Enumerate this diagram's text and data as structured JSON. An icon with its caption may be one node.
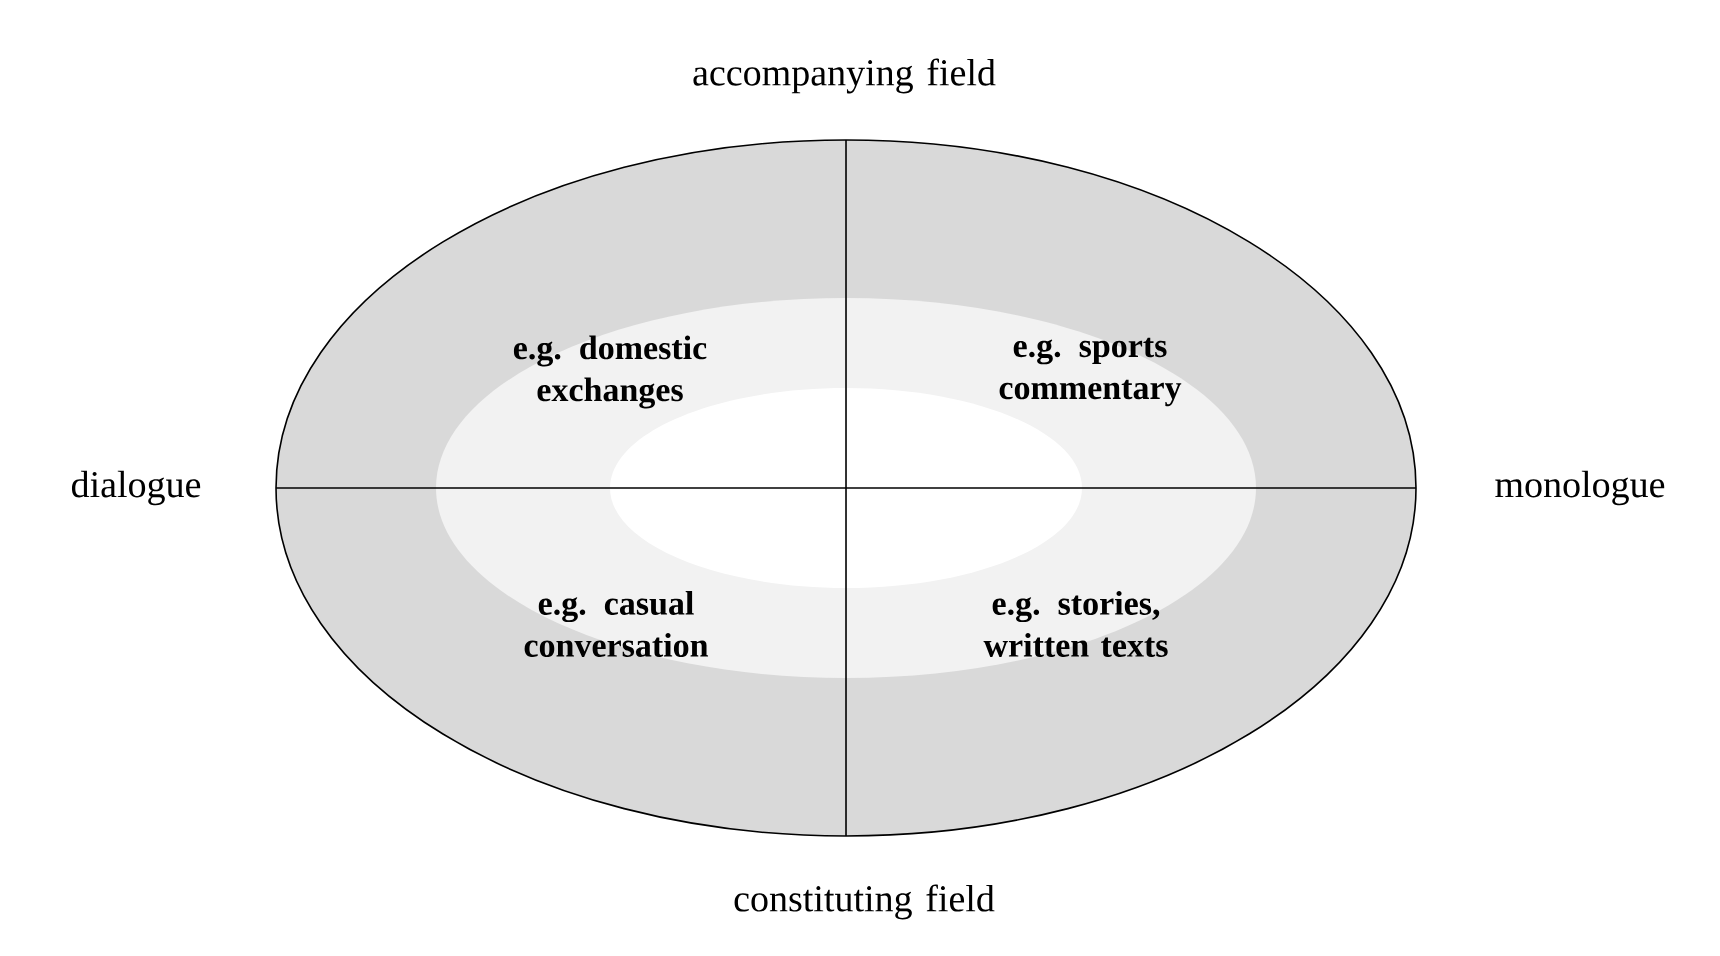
{
  "diagram": {
    "nodes": [
      {
        "text": [
          "e.g. domestic exchanges",
          "e.g. sports commentary",
          "e.g. casual conversation",
          "e.g. stories, written texts"
        ]
      }
    ],
    "labels": [
      "accompanying field",
      "dialogue",
      "monologue",
      "constituting field"
    ]
  }
}
